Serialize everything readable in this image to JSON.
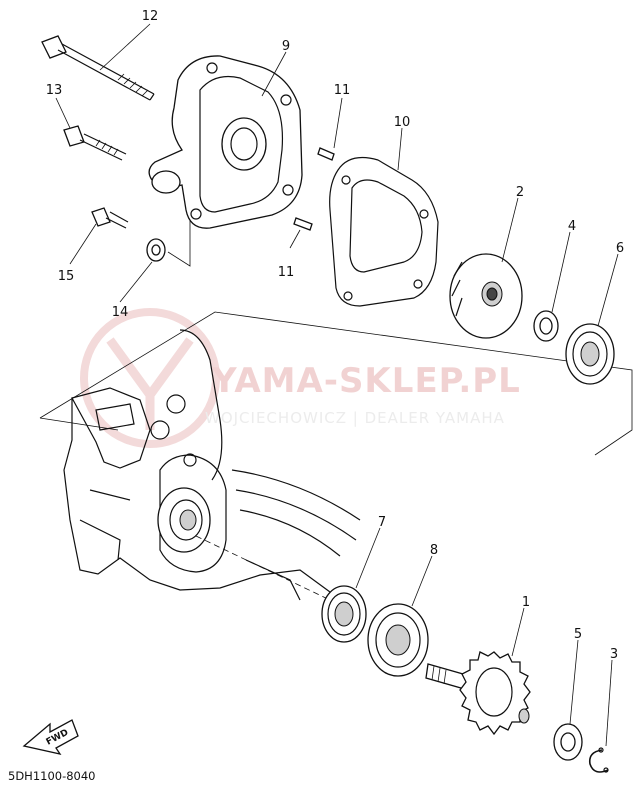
{
  "watermark": {
    "main": "YAMA-SKLEP.PL",
    "sub": "WOJCIECHOWICZ | DEALER YAMAHA",
    "color": "#f1d2d2"
  },
  "callouts": [
    {
      "id": "1",
      "part": "impeller-shaft"
    },
    {
      "id": "2",
      "part": "impeller"
    },
    {
      "id": "3",
      "part": "circlip"
    },
    {
      "id": "4",
      "part": "washer"
    },
    {
      "id": "5",
      "part": "washer"
    },
    {
      "id": "6",
      "part": "oil-seal"
    },
    {
      "id": "7",
      "part": "bearing"
    },
    {
      "id": "8",
      "part": "bearing"
    },
    {
      "id": "9",
      "part": "water-pump-housing-cover"
    },
    {
      "id": "10",
      "part": "gasket"
    },
    {
      "id": "11",
      "part": "dowel-pin"
    },
    {
      "id": "12",
      "part": "bolt"
    },
    {
      "id": "13",
      "part": "bolt"
    },
    {
      "id": "14",
      "part": "washer"
    },
    {
      "id": "15",
      "part": "drain-bolt"
    }
  ],
  "callout_11b": "11",
  "fwd_label": "FWD",
  "reference_code": "5DH1100-8040"
}
